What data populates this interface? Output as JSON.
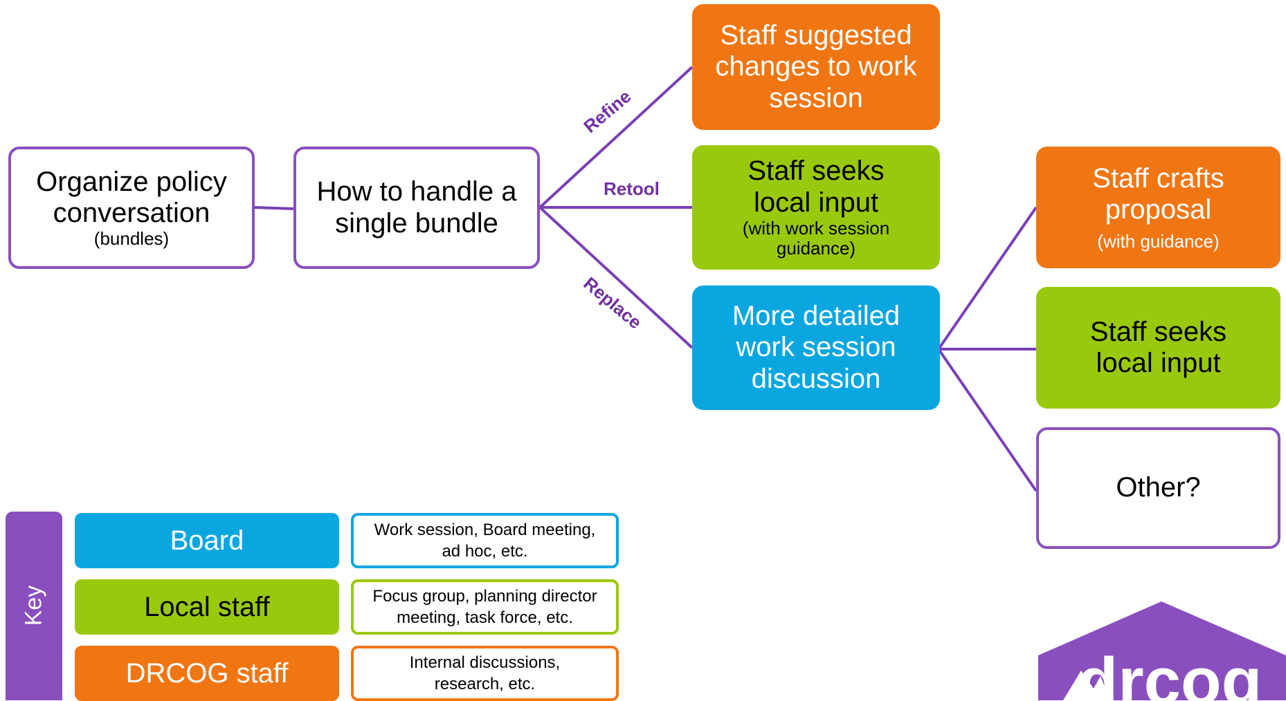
{
  "nodes": {
    "organize": {
      "main": "Organize policy conversation",
      "sub": "(bundles)"
    },
    "single_bundle": {
      "main": "How to handle a single bundle"
    },
    "refine_result": {
      "main": "Staff suggested changes to work session"
    },
    "retool_result": {
      "main": "Staff seeks local input",
      "sub": "(with work session guidance)"
    },
    "replace_result": {
      "main": "More detailed work session discussion"
    },
    "crafts_proposal": {
      "main": "Staff crafts proposal",
      "sub": "(with guidance)"
    },
    "seeks_local": {
      "main": "Staff seeks local input"
    },
    "other": {
      "main": "Other?"
    }
  },
  "edges": {
    "refine": "Refine",
    "retool": "Retool",
    "replace": "Replace"
  },
  "key": {
    "title": "Key",
    "rows": [
      {
        "label": "Board",
        "description": "Work session, Board meeting, ad hoc, etc.",
        "color": "#0aa6e0"
      },
      {
        "label": "Local staff",
        "description": "Focus group, planning director meeting, task force, etc.",
        "color": "#99c90d"
      },
      {
        "label": "DRCOG staff",
        "description": "Internal discussions, research, etc.",
        "color": "#f07613"
      }
    ]
  },
  "logo": {
    "text": "drcog"
  },
  "colors": {
    "purple": "#8a4fbe",
    "orange": "#f07613",
    "green": "#99c90d",
    "blue": "#0aa6e0"
  }
}
